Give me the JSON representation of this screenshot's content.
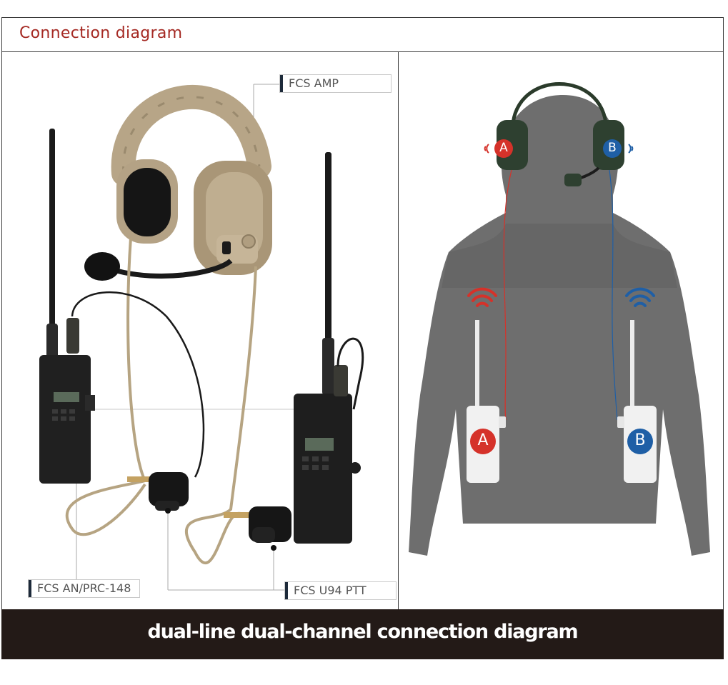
{
  "header": {
    "title": "Connection diagram"
  },
  "left_labels": {
    "amp": "FCS AMP",
    "radio": "FCS AN/PRC-148",
    "ptt": "FCS U94 PTT"
  },
  "right_badges": {
    "a": "A",
    "b": "B",
    "radio_a": "A",
    "radio_b": "B"
  },
  "colors": {
    "accent_red": "#d5322a",
    "accent_blue": "#1f5fa6",
    "header_text": "#a52a24",
    "footer_bg": "#231a17",
    "silhouette": "#6e6e6e"
  },
  "footer": {
    "caption": "dual-line dual-channel connection diagram"
  }
}
